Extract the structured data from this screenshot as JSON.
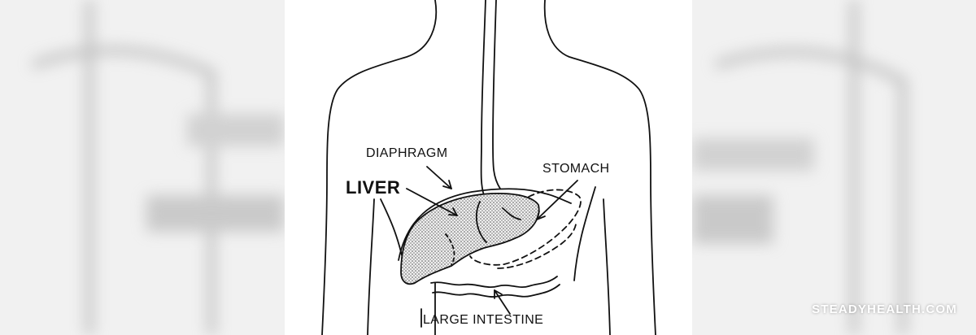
{
  "diagram": {
    "labels": {
      "diaphragm": "DIAPHRAGM",
      "liver": "LIVER",
      "stomach": "STOMACH",
      "large_intestine": "LARGE INTESTINE"
    }
  },
  "watermark": "STEADYHEALTH.COM"
}
